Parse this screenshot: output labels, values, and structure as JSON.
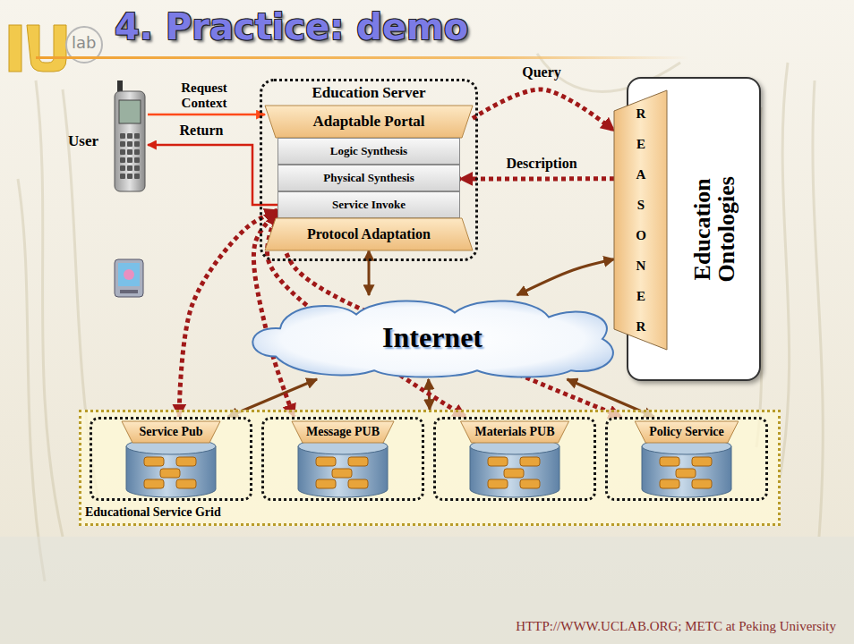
{
  "diagram": {
    "title": "4. Practice: demo",
    "caption": "HTTP://WWW.UCLAB.ORG; METC at Peking University",
    "nodes": [
      {
        "text": [
          "User"
        ]
      },
      {
        "text": [
          "Education Server"
        ]
      },
      {
        "text": [
          "Adaptable Portal"
        ],
        "in": 1
      },
      {
        "text": [
          "Logic Synthesis"
        ],
        "in": 1
      },
      {
        "text": [
          "Physical Synthesis"
        ],
        "in": 1
      },
      {
        "text": [
          "Service Invoke"
        ],
        "in": 1
      },
      {
        "text": [
          "Protocol Adaptation"
        ],
        "in": 1
      },
      {
        "text": [
          "REASONER"
        ]
      },
      {
        "text": [
          "Education Ontologies"
        ]
      },
      {
        "text": [
          "Internet"
        ]
      },
      {
        "text": [
          "Educational Service Grid"
        ]
      },
      {
        "text": [
          "Service Pub"
        ],
        "in": 10
      },
      {
        "text": [
          "Message PUB"
        ],
        "in": 10
      },
      {
        "text": [
          "Materials PUB"
        ],
        "in": 10
      },
      {
        "text": [
          "Policy Service"
        ],
        "in": 10
      }
    ],
    "edges": [
      {
        "from": 0,
        "to": 2,
        "label": "Request Context",
        "arrow": "to"
      },
      {
        "from": 5,
        "to": 0,
        "label": "Return",
        "arrow": "to"
      },
      {
        "from": 2,
        "to": 7,
        "label": "Query",
        "arrow": "to"
      },
      {
        "from": 7,
        "to": 4,
        "label": "Description",
        "arrow": "to"
      },
      {
        "from": 6,
        "to": 9,
        "arrow": "both"
      },
      {
        "from": 7,
        "to": 9,
        "arrow": "both"
      },
      {
        "from": 9,
        "to": 11,
        "arrow": "both"
      },
      {
        "from": 9,
        "to": 10,
        "arrow": "both"
      },
      {
        "from": 9,
        "to": 14,
        "arrow": "both"
      },
      {
        "from": 5,
        "to": 11,
        "arrow": "both"
      },
      {
        "from": 5,
        "to": 12,
        "arrow": "both"
      },
      {
        "from": 5,
        "to": 13,
        "arrow": "both"
      },
      {
        "from": 5,
        "to": 14,
        "arrow": "both"
      }
    ],
    "labels": [
      "lab"
    ]
  }
}
